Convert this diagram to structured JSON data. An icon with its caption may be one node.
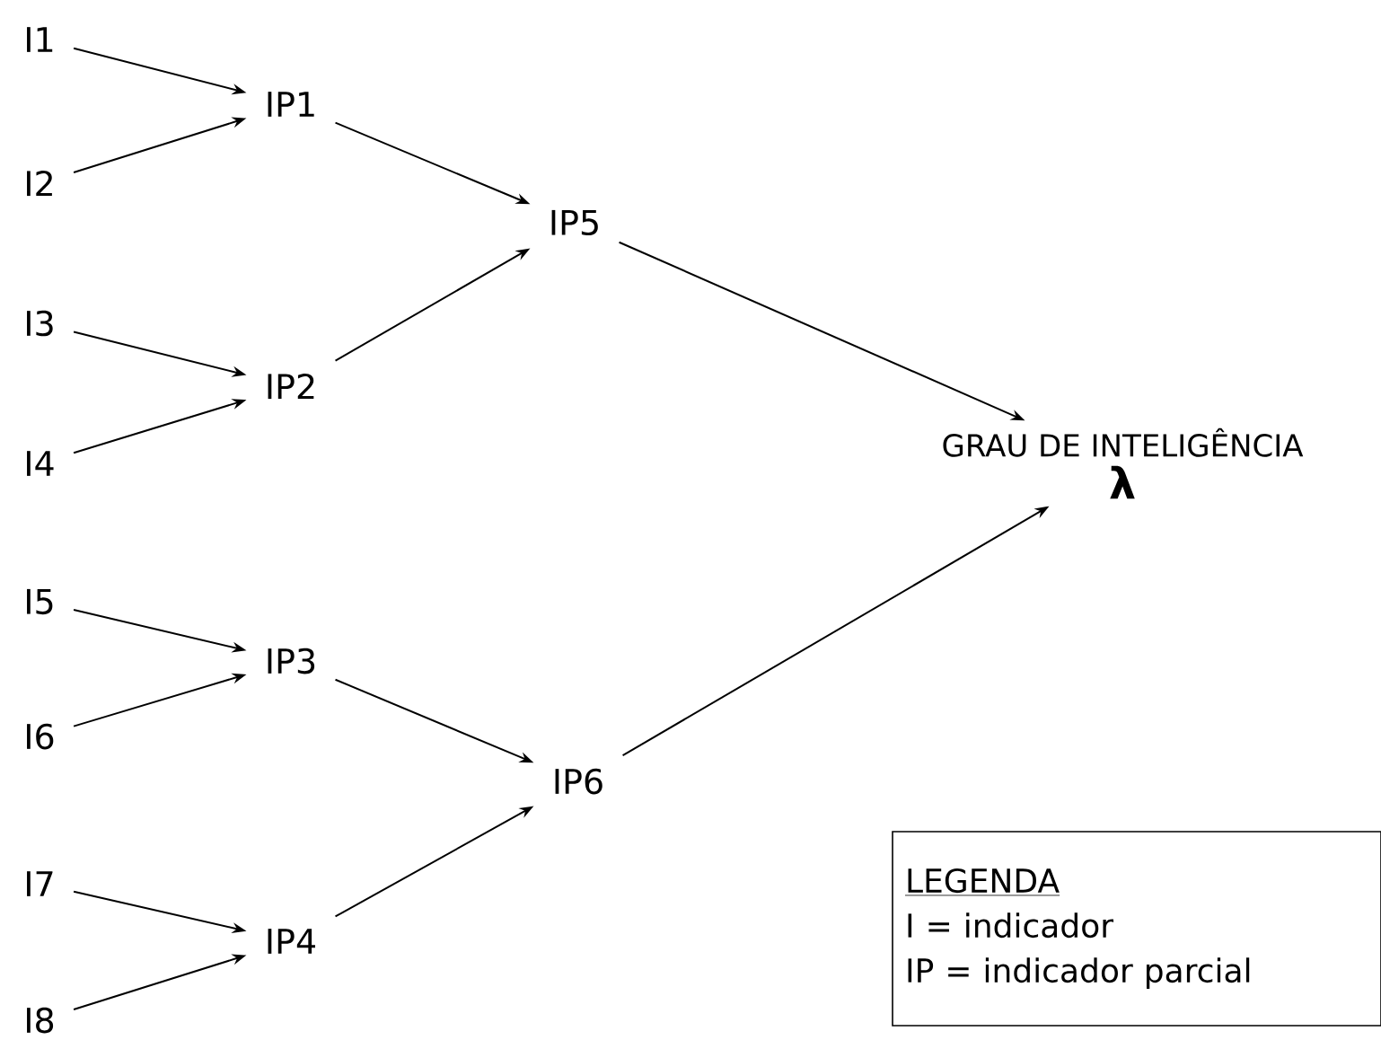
{
  "diagram": {
    "nodes": [
      {
        "text": [
          "I1"
        ]
      },
      {
        "text": [
          "I2"
        ]
      },
      {
        "text": [
          "I3"
        ]
      },
      {
        "text": [
          "I4"
        ]
      },
      {
        "text": [
          "I5"
        ]
      },
      {
        "text": [
          "I6"
        ]
      },
      {
        "text": [
          "I7"
        ]
      },
      {
        "text": [
          "I8"
        ]
      },
      {
        "text": [
          "IP1"
        ]
      },
      {
        "text": [
          "IP2"
        ]
      },
      {
        "text": [
          "IP3"
        ]
      },
      {
        "text": [
          "IP4"
        ]
      },
      {
        "text": [
          "IP5"
        ]
      },
      {
        "text": [
          "IP6"
        ]
      },
      {
        "text": [
          "GRAU DE INTELIGÊNCIA",
          "λ"
        ]
      },
      {
        "text": [
          "LEGENDA",
          "I = indicador",
          "IP = indicador parcial"
        ]
      }
    ],
    "edges": [
      {
        "from": 0,
        "to": 8,
        "arrow": "to"
      },
      {
        "from": 1,
        "to": 8,
        "arrow": "to"
      },
      {
        "from": 2,
        "to": 9,
        "arrow": "to"
      },
      {
        "from": 3,
        "to": 9,
        "arrow": "to"
      },
      {
        "from": 4,
        "to": 10,
        "arrow": "to"
      },
      {
        "from": 5,
        "to": 10,
        "arrow": "to"
      },
      {
        "from": 6,
        "to": 11,
        "arrow": "to"
      },
      {
        "from": 7,
        "to": 11,
        "arrow": "to"
      },
      {
        "from": 8,
        "to": 12,
        "arrow": "to"
      },
      {
        "from": 9,
        "to": 12,
        "arrow": "to"
      },
      {
        "from": 10,
        "to": 13,
        "arrow": "to"
      },
      {
        "from": 11,
        "to": 13,
        "arrow": "to"
      },
      {
        "from": 12,
        "to": 14,
        "arrow": "to"
      },
      {
        "from": 13,
        "to": 14,
        "arrow": "to"
      }
    ]
  }
}
